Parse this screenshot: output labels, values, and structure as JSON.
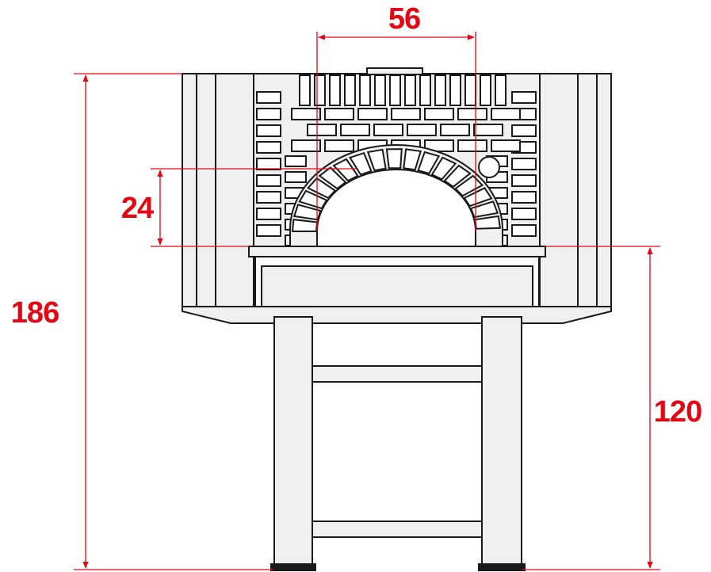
{
  "dimensions": {
    "opening_width": "56",
    "opening_height": "24",
    "total_height": "186",
    "floor_height": "120"
  },
  "colors": {
    "dimension": "#e30613",
    "outline": "#1a1a1a",
    "fill_light": "#f0f0f0",
    "fill_white": "#ffffff",
    "background": "#ffffff"
  }
}
